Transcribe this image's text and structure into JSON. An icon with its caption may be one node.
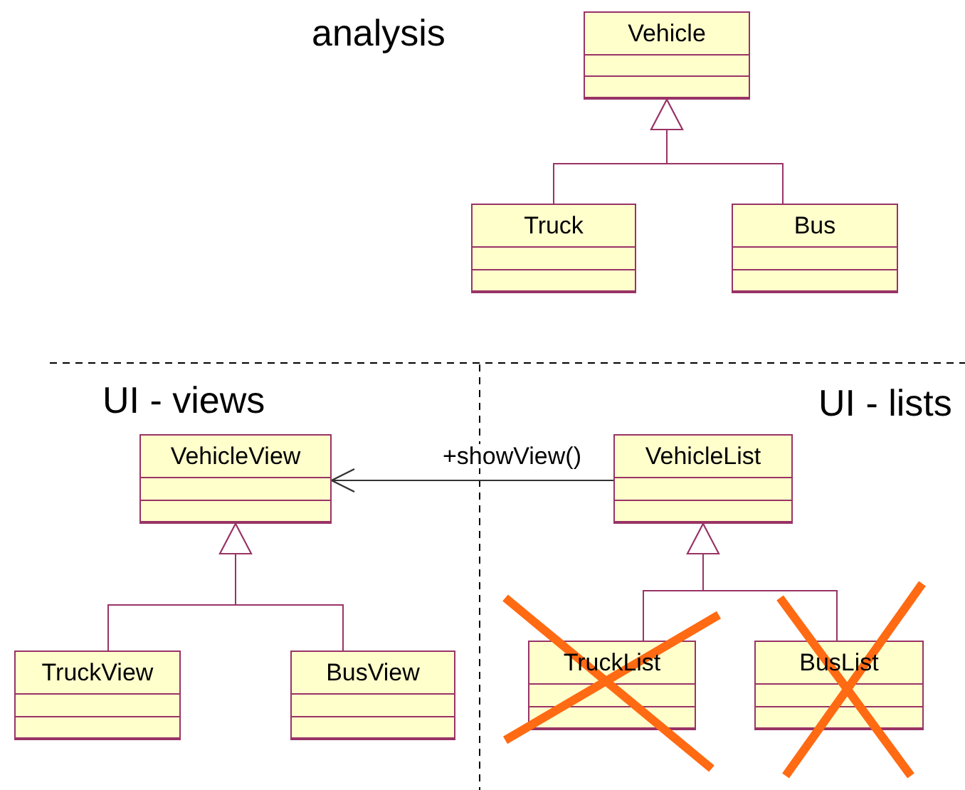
{
  "diagram": {
    "nodes": [
      {
        "text": [
          "Vehicle"
        ]
      },
      {
        "text": [
          "Truck"
        ]
      },
      {
        "text": [
          "Bus"
        ]
      },
      {
        "text": [
          "VehicleView"
        ]
      },
      {
        "text": [
          "TruckView"
        ]
      },
      {
        "text": [
          "BusView"
        ]
      },
      {
        "text": [
          "VehicleList"
        ]
      },
      {
        "text": [
          "TruckList"
        ]
      },
      {
        "text": [
          "BusList"
        ]
      }
    ],
    "edges": [
      {
        "from": 1,
        "to": 0,
        "arrow": "to"
      },
      {
        "from": 2,
        "to": 0,
        "arrow": "to"
      },
      {
        "from": 4,
        "to": 3,
        "arrow": "to"
      },
      {
        "from": 5,
        "to": 3,
        "arrow": "to"
      },
      {
        "from": 7,
        "to": 6,
        "arrow": "to"
      },
      {
        "from": 8,
        "to": 6,
        "arrow": "to"
      },
      {
        "from": 6,
        "to": 3,
        "arrow": "to",
        "label": "+showView()",
        "color": "#333333"
      }
    ],
    "labels": [
      "analysis",
      "UI - views",
      "UI - lists"
    ]
  }
}
